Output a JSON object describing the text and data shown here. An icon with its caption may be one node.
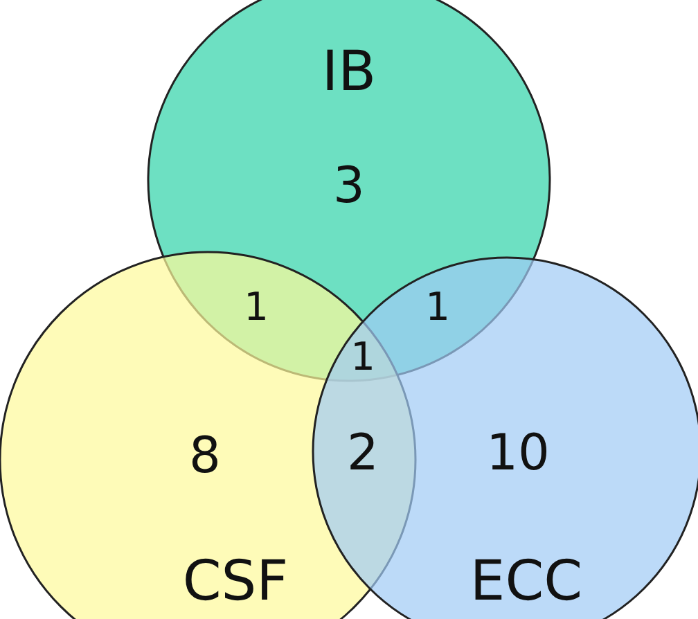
{
  "diagram": {
    "nodes": [
      {
        "text": [
          "IB",
          "3"
        ]
      },
      {
        "text": [
          "8",
          "CSF"
        ]
      },
      {
        "text": [
          "10",
          "ECC"
        ]
      }
    ],
    "labels": [
      "1",
      "1",
      "1",
      "2"
    ]
  }
}
